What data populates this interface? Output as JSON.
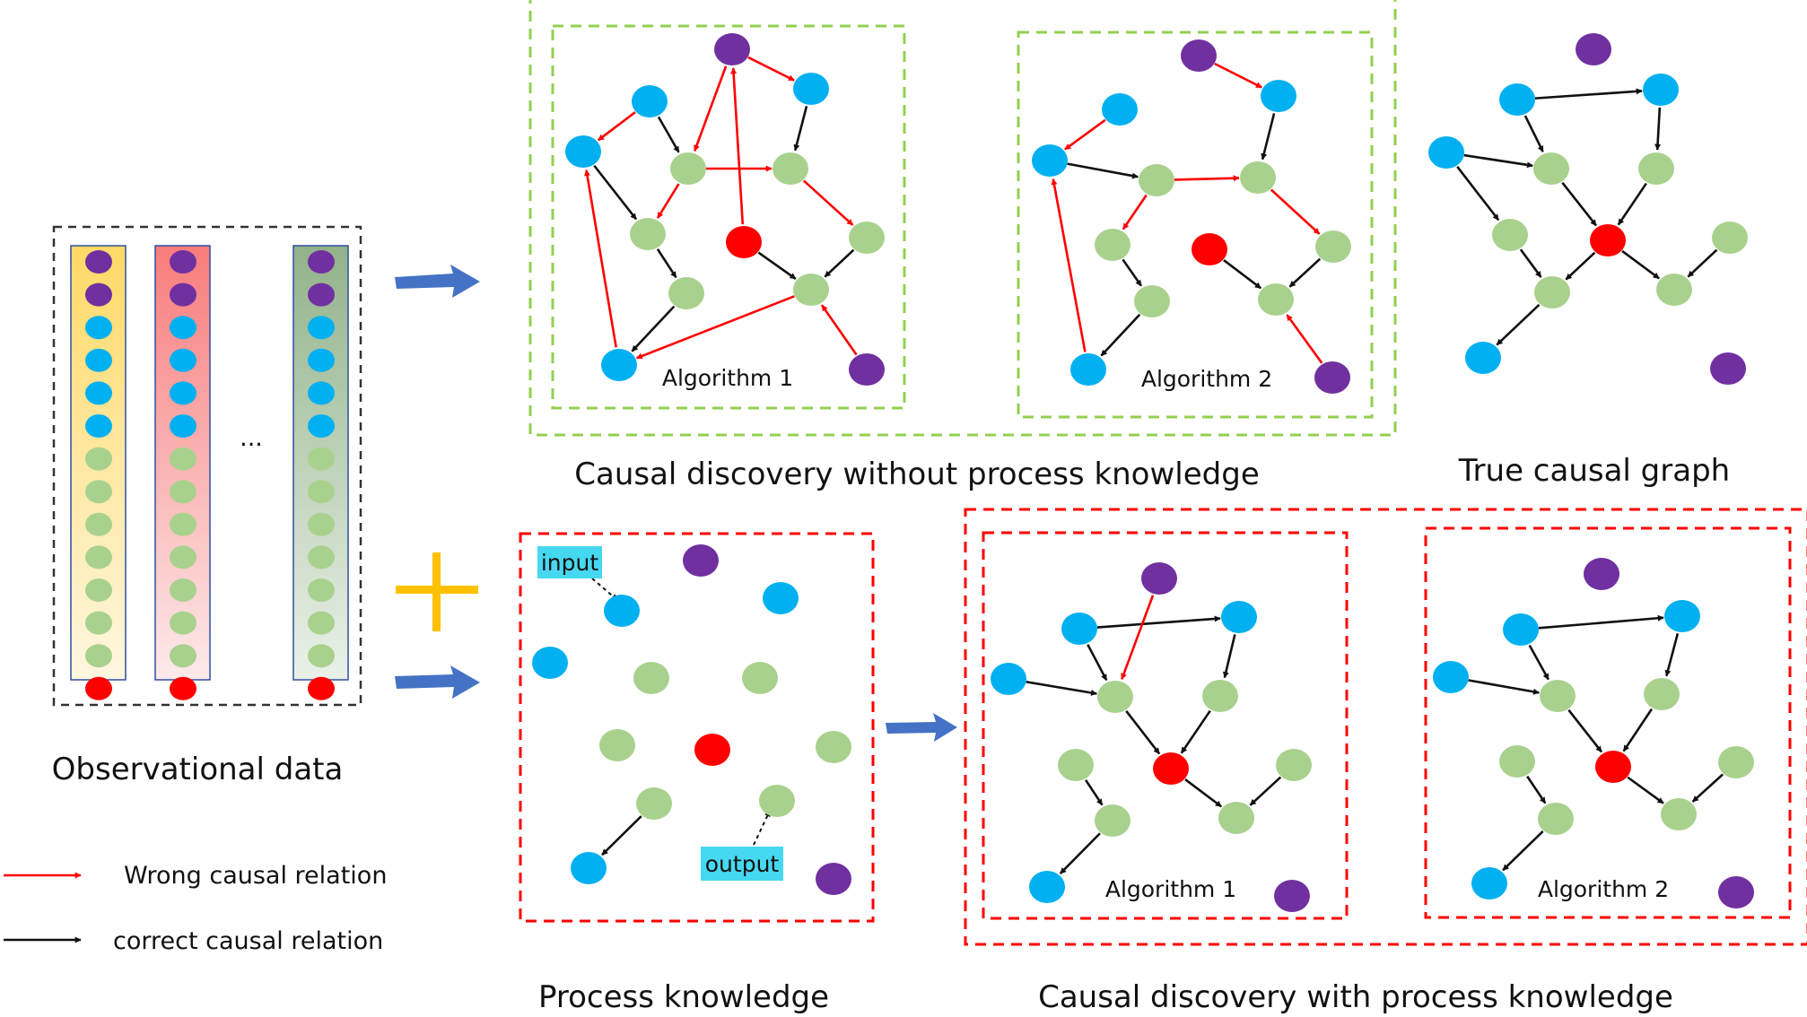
{
  "colors": {
    "purple": "#7030a0",
    "blue": "#00b0f0",
    "green": "#a9d18e",
    "red": "#ff0000",
    "green_box": "#92d050",
    "red_box": "#ff0000",
    "black_box": "#333333",
    "blue_arrow": "#4472c4",
    "plus": "#ffc000",
    "tag_bg": "#46d8f0"
  },
  "captions": {
    "observational": "Observational data",
    "without": "Causal discovery without process knowledge",
    "true_graph": "True causal graph",
    "process": "Process knowledge",
    "with": "Causal discovery with process knowledge"
  },
  "ellipsis": "...",
  "panel_labels": {
    "a1_without": "Algorithm 1",
    "a2_without": "Algorithm 2",
    "a1_with": "Algorithm 1",
    "a2_with": "Algorithm 2"
  },
  "tags": {
    "input": "input",
    "output": "output"
  },
  "legend": {
    "wrong": "Wrong causal relation",
    "correct": "correct causal relation"
  }
}
